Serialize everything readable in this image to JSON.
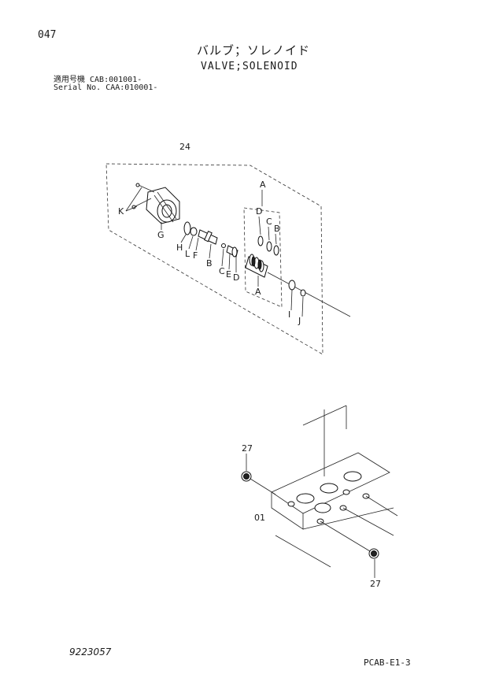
{
  "header": {
    "page_number": "047",
    "title_jp": "バルブ；ソレノイド",
    "title_en": "VALVE;SOLENOID",
    "serial_line_1": "適用号機 CAB:001001-",
    "serial_line_2": "Serial No. CAA:010001-"
  },
  "callouts": {
    "assembly_24": "24",
    "K": "K",
    "G": "G",
    "H": "H",
    "L": "L",
    "F": "F",
    "B": "B",
    "C": "C",
    "E": "E",
    "D": "D",
    "A_top": "A",
    "D_top": "D",
    "C_top": "C",
    "B_top": "B",
    "A_bottom": "A",
    "I": "I",
    "J": "J",
    "cap_27_top": "27",
    "block_01": "01",
    "cap_27_bottom": "27"
  },
  "footer": {
    "figure_code": "9223057",
    "page_code": "PCAB-E1-3"
  }
}
